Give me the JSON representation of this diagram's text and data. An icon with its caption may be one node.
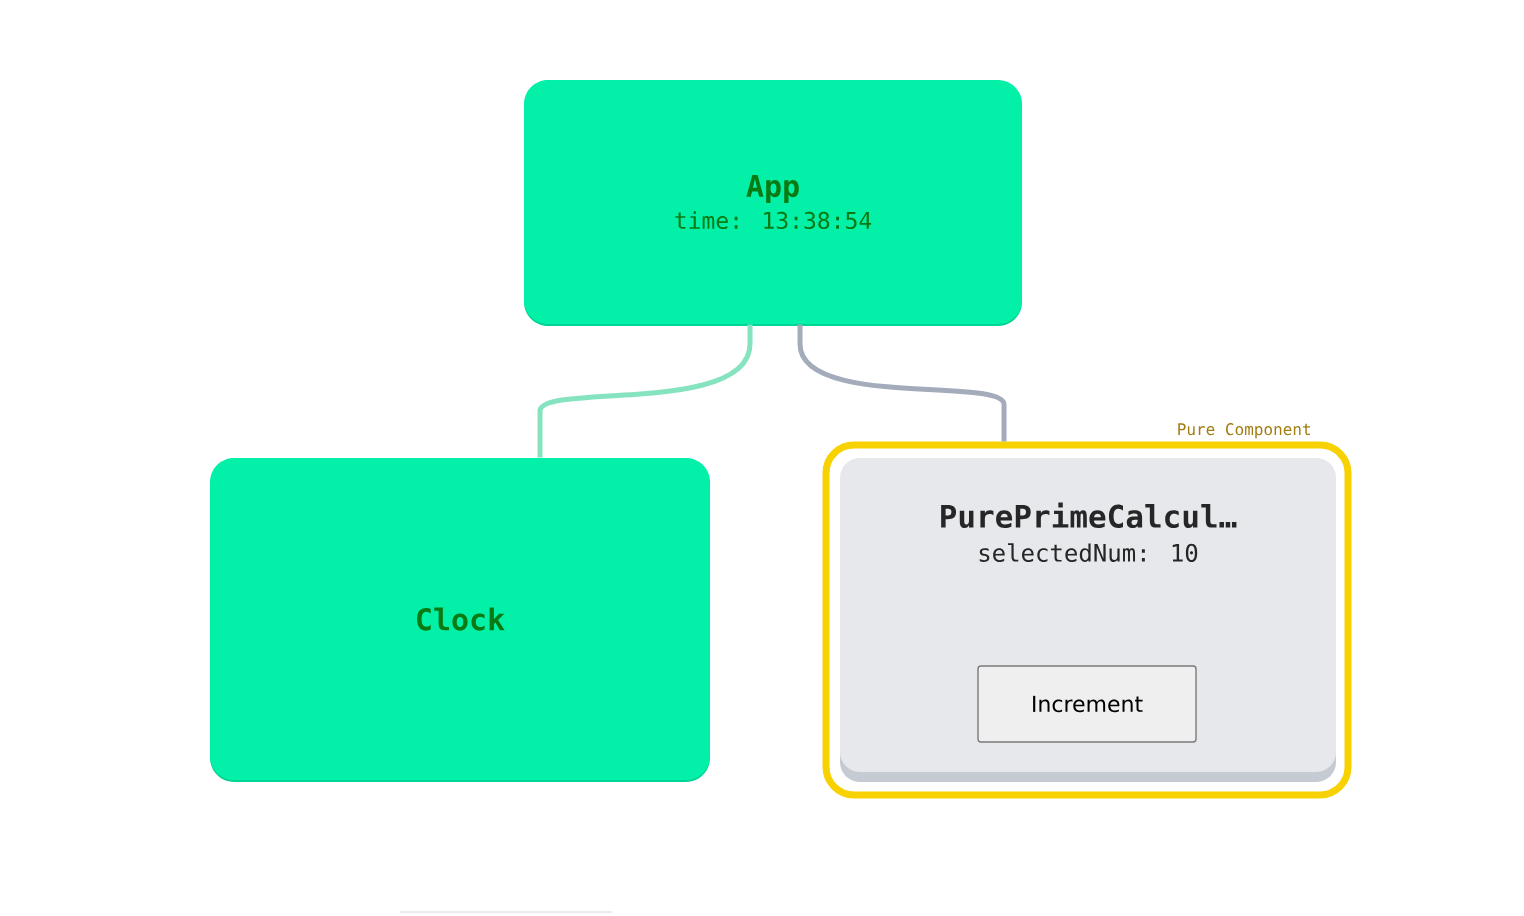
{
  "diagram": {
    "nodes": [
      {
        "text": [
          "App",
          "time: 13:38:54"
        ]
      },
      {
        "text": [
          "Clock"
        ]
      },
      {
        "text": [
          "Pure Component"
        ]
      },
      {
        "text": [
          "PurePrimeCalcul…",
          "selectedNum: 10"
        ],
        "in": 2
      },
      {
        "text": [
          "Increment"
        ],
        "in": 3
      }
    ],
    "edges": [
      {
        "from": 0,
        "to": 1,
        "arrow": "none",
        "color": "#86e3c0"
      },
      {
        "from": 0,
        "to": 2,
        "arrow": "none",
        "color": "#a4abba"
      }
    ]
  }
}
